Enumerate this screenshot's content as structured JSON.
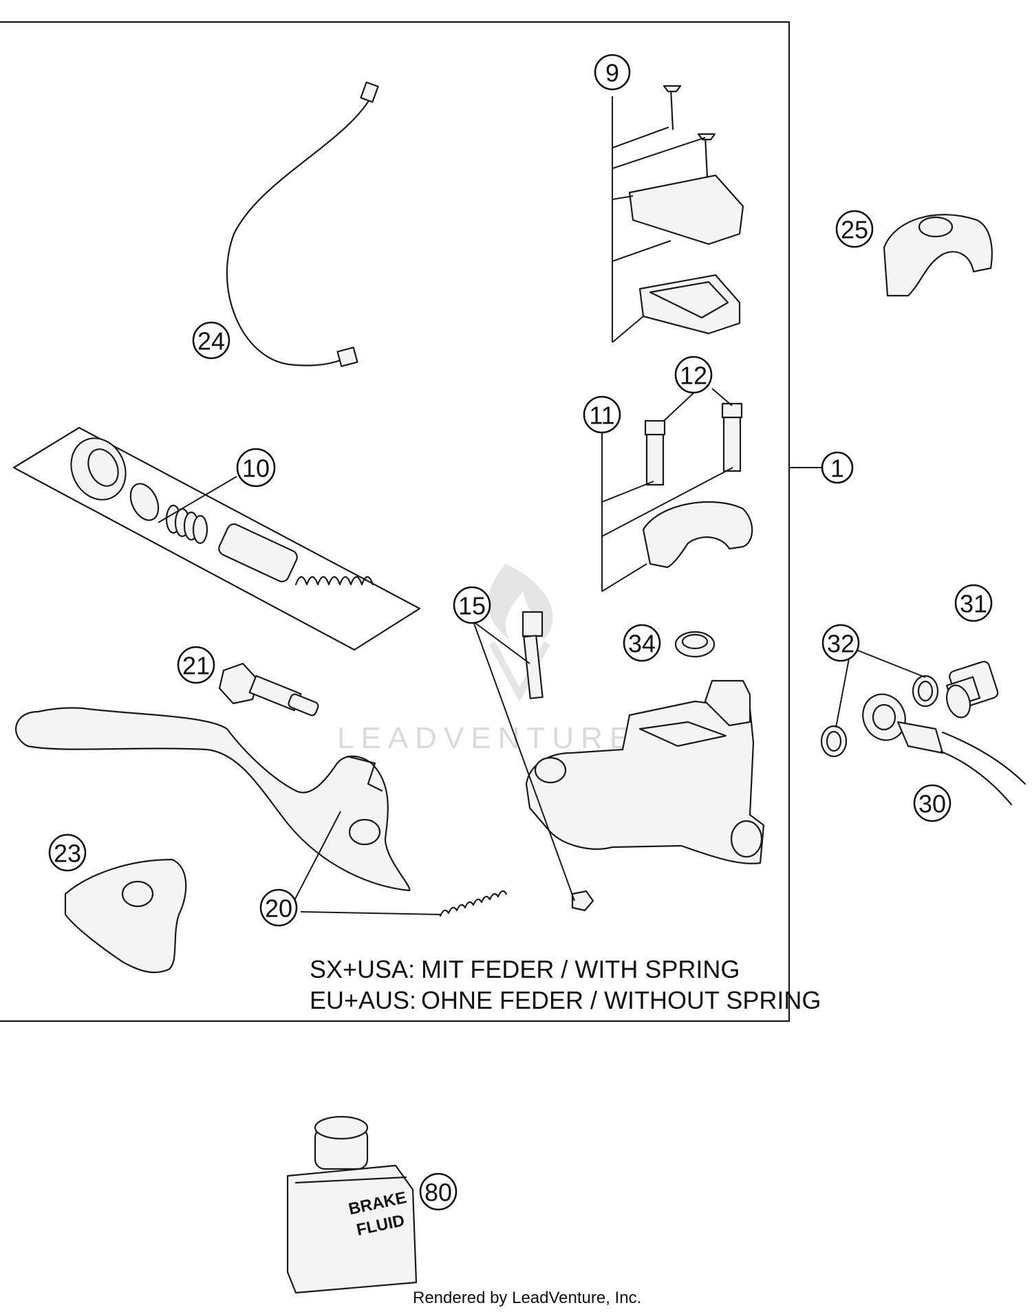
{
  "callouts": [
    {
      "id": "c1",
      "label": "1"
    },
    {
      "id": "c9",
      "label": "9"
    },
    {
      "id": "c10",
      "label": "10"
    },
    {
      "id": "c11",
      "label": "11"
    },
    {
      "id": "c12",
      "label": "12"
    },
    {
      "id": "c15",
      "label": "15"
    },
    {
      "id": "c20",
      "label": "20"
    },
    {
      "id": "c21",
      "label": "21"
    },
    {
      "id": "c23",
      "label": "23"
    },
    {
      "id": "c24",
      "label": "24"
    },
    {
      "id": "c25",
      "label": "25"
    },
    {
      "id": "c30",
      "label": "30"
    },
    {
      "id": "c31",
      "label": "31"
    },
    {
      "id": "c32",
      "label": "32"
    },
    {
      "id": "c34",
      "label": "34"
    },
    {
      "id": "c80",
      "label": "80"
    }
  ],
  "notes": {
    "line1_region": "SX+USA:",
    "line1_text": "MIT FEDER / WITH SPRING",
    "line2_region": "EU+AUS:",
    "line2_text": "OHNE FEDER / WITHOUT SPRING"
  },
  "bottle": {
    "line1": "BRAKE",
    "line2": "FLUID"
  },
  "watermark": "LEADVENTURE",
  "credit": "Rendered by LeadVenture, Inc."
}
